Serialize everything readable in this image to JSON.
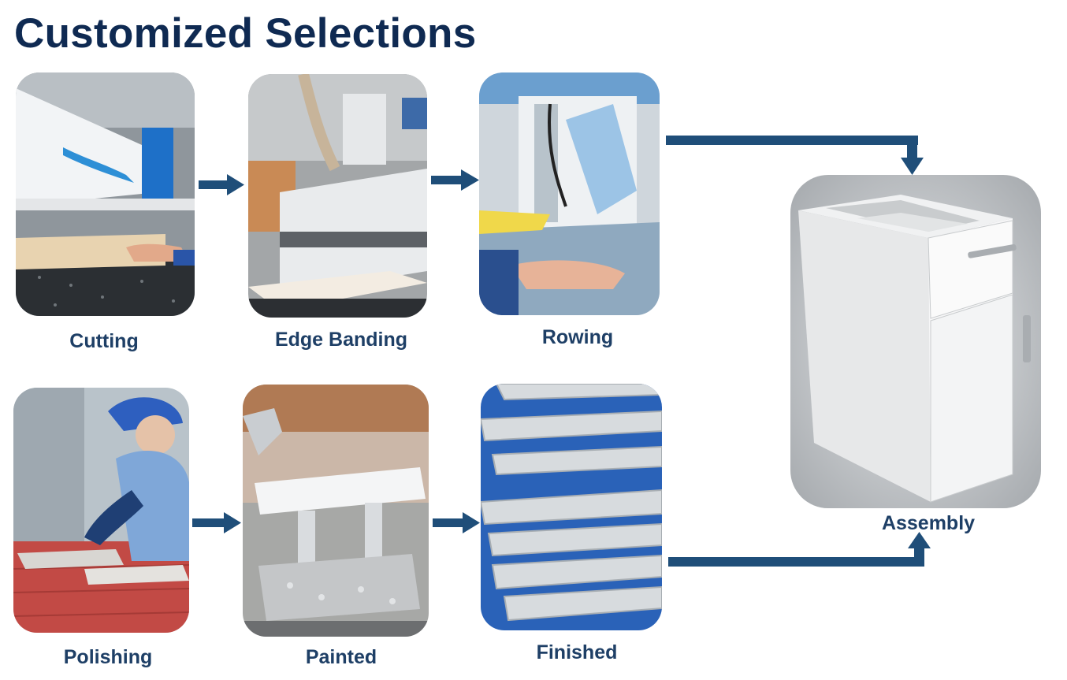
{
  "title": "Customized Selections",
  "steps": [
    {
      "id": "cutting",
      "label": "Cutting"
    },
    {
      "id": "edge-banding",
      "label": "Edge Banding"
    },
    {
      "id": "rowing",
      "label": "Rowing"
    },
    {
      "id": "polishing",
      "label": "Polishing"
    },
    {
      "id": "painted",
      "label": "Painted"
    },
    {
      "id": "finished",
      "label": "Finished"
    }
  ],
  "result": {
    "id": "assembly",
    "label": "Assembly"
  },
  "colors": {
    "title": "#0f2a52",
    "label": "#1e3f66",
    "arrow": "#1f4e79"
  }
}
